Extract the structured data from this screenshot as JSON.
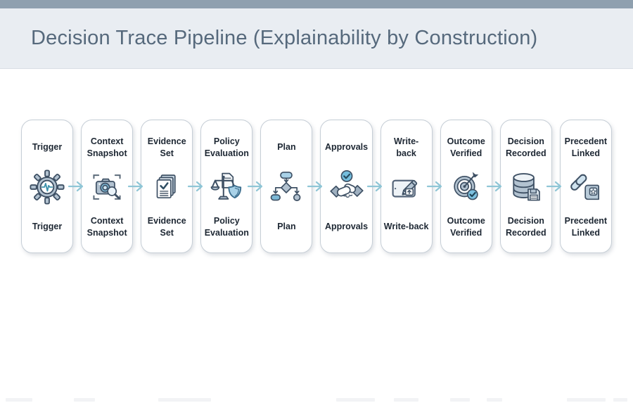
{
  "header": {
    "title": "Decision Trace Pipeline (Explainability by Construction)"
  },
  "pipeline": {
    "stages": [
      {
        "id": "trigger",
        "title": "Trigger",
        "label": "Trigger",
        "icon": "gear-pulse-icon"
      },
      {
        "id": "context-snapshot",
        "title": "Context\nSnapshot",
        "label": "Context\nSnapshot",
        "icon": "camera-scan-icon"
      },
      {
        "id": "evidence-set",
        "title": "Evidence\nSet",
        "label": "Evidence\nSet",
        "icon": "documents-check-icon"
      },
      {
        "id": "policy-evaluation",
        "title": "Policy\nEvaluation",
        "label": "Policy\nEvaluation",
        "icon": "scale-shield-icon"
      },
      {
        "id": "plan",
        "title": "Plan",
        "label": "Plan",
        "icon": "flowchart-icon"
      },
      {
        "id": "approvals",
        "title": "Approvals",
        "label": "Approvals",
        "icon": "handshake-check-icon"
      },
      {
        "id": "write-back",
        "title": "Write-\nback",
        "label": "Write-back",
        "icon": "tablet-pen-icon"
      },
      {
        "id": "outcome-verified",
        "title": "Outcome\nVerified",
        "label": "Outcome\nVerified",
        "icon": "target-check-icon"
      },
      {
        "id": "decision-recorded",
        "title": "Decision\nRecorded",
        "label": "Decision\nRecorded",
        "icon": "database-save-icon"
      },
      {
        "id": "precedent-linked",
        "title": "Precedent\nLinked",
        "label": "Precedent\nLinked",
        "icon": "chain-book-icon"
      }
    ]
  },
  "colors": {
    "top_bar": "#8fa0af",
    "header_bg": "#e9edf2",
    "title_text": "#56697c",
    "card_border": "#c6ced6",
    "card_text": "#1d2733",
    "arrow": "#8fc6d6",
    "icon_outline": "#3e5064",
    "icon_steel": "#b2c2d0",
    "icon_blue": "#7cc0df",
    "icon_pale_blue": "#a9d2e8"
  }
}
